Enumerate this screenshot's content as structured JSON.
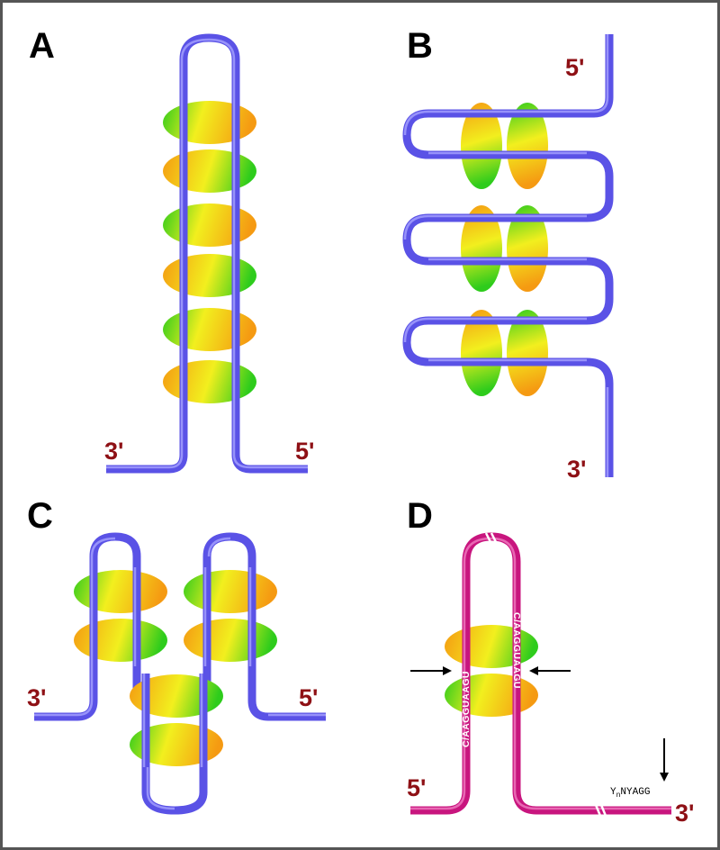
{
  "panels": {
    "a": {
      "letter": "A",
      "left_end": "3'",
      "right_end": "5'"
    },
    "b": {
      "letter": "B",
      "top_end": "5'",
      "bottom_end": "3'"
    },
    "c": {
      "letter": "C",
      "left_end": "3'",
      "right_end": "5'"
    },
    "d": {
      "letter": "D",
      "left_end": "5'",
      "right_end": "3'",
      "left_site": "C/AAGGUAAGU",
      "right_site": "C/AAGGUAAGU",
      "consensus_main": "Y",
      "consensus_sub": "n",
      "consensus_tail": "NYAGG"
    }
  },
  "colors": {
    "rna_strand": "#5a52e6",
    "rna_strand_highlight": "#a6a2ff",
    "intron_strand": "#c8157e",
    "intron_highlight": "#f07cc0",
    "protein_green": "#2ecc1c",
    "protein_yellow": "#f2ef1e",
    "protein_orange": "#f59a12",
    "end_label": "#8e1015",
    "border": "#555555",
    "arrow": "#000000"
  }
}
